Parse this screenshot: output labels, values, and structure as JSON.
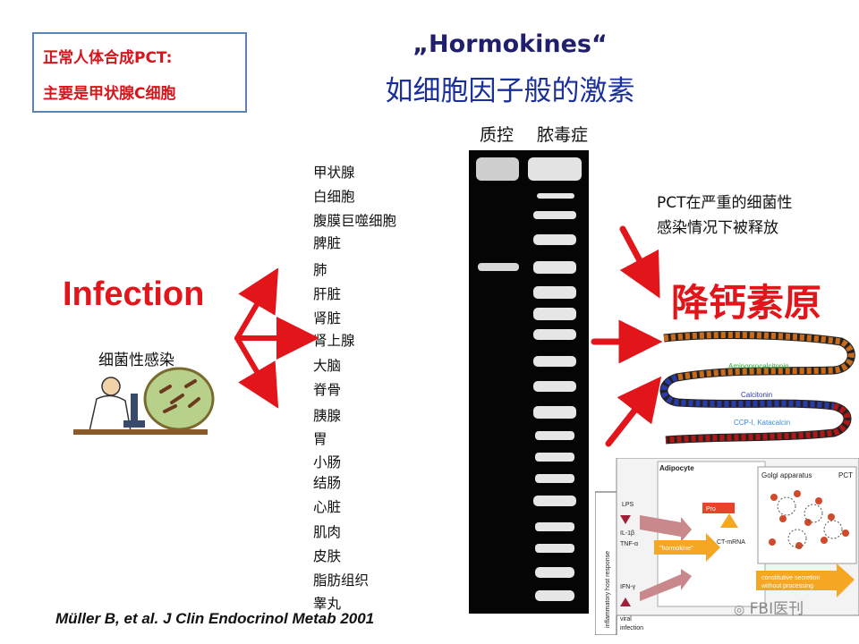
{
  "note_box": {
    "line1": "正常人体合成PCT:",
    "line2": "主要是甲状腺C细胞"
  },
  "title": {
    "line1": "„Hormokines“",
    "line2": "如细胞因子般的激素"
  },
  "gel": {
    "col_control": "质控",
    "col_sepsis": "脓毒症"
  },
  "tissues": [
    "甲状腺",
    "白细胞",
    "腹膜巨噬细胞",
    "脾脏",
    "肺",
    "肝脏",
    "肾脏",
    "肾上腺",
    "大脑",
    "脊骨",
    "胰腺",
    "胃",
    "小肠",
    "结肠",
    "心脏",
    "肌肉",
    "皮肤",
    "脂肪组织",
    "睾丸"
  ],
  "infection": {
    "title": "Infection",
    "subtitle": "细菌性感染"
  },
  "pct": {
    "note1": "PCT在严重的细菌性",
    "note2": "感染情况下被释放",
    "big": "降钙素原"
  },
  "peptide": {
    "aminopro": "Aminoprocalcitonin",
    "calcitonin": "Calcitonin",
    "katacalcin": "CCP-I, Katacalcin"
  },
  "adipocyte": {
    "title": "Adipocyte",
    "golgi": "Golgi apparatus",
    "pct": "PCT",
    "inflammatory": "inflammatory host response",
    "lps": "LPS",
    "il1": "IL-1β",
    "tnf": "TNF-α",
    "ifn": "IFN-γ",
    "viral1": "viral",
    "viral2": "infection",
    "hormokine": "\"hormokine\"",
    "pro": "Pro",
    "ctmrna": "CT-mRNA",
    "constitutive1": "constitutive secretion",
    "constitutive2": "without processing"
  },
  "citation": "Müller B, et al. J Clin Endocrinol Metab 2001",
  "watermark": "FBI医刊"
}
